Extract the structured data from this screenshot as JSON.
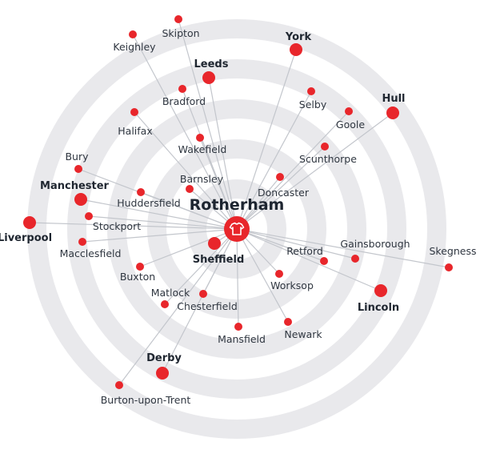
{
  "hub": {
    "name": "Rotherham",
    "icon": "shirt-icon"
  },
  "colors": {
    "node": "#e8262b",
    "ring": "#e9e9ec",
    "link": "#c3c6cc",
    "text": "#2f3640"
  },
  "towns": [
    {
      "name": "Skipton",
      "major": false
    },
    {
      "name": "Keighley",
      "major": false
    },
    {
      "name": "York",
      "major": true
    },
    {
      "name": "Leeds",
      "major": true
    },
    {
      "name": "Bradford",
      "major": false
    },
    {
      "name": "Selby",
      "major": false
    },
    {
      "name": "Hull",
      "major": true
    },
    {
      "name": "Goole",
      "major": false
    },
    {
      "name": "Halifax",
      "major": false
    },
    {
      "name": "Wakefield",
      "major": false
    },
    {
      "name": "Scunthorpe",
      "major": false
    },
    {
      "name": "Bury",
      "major": false
    },
    {
      "name": "Barnsley",
      "major": false
    },
    {
      "name": "Doncaster",
      "major": false
    },
    {
      "name": "Manchester",
      "major": true
    },
    {
      "name": "Huddersfield",
      "major": false
    },
    {
      "name": "Liverpool",
      "major": true
    },
    {
      "name": "Stockport",
      "major": false
    },
    {
      "name": "Gainsborough",
      "major": false
    },
    {
      "name": "Skegness",
      "major": false
    },
    {
      "name": "Macclesfield",
      "major": false
    },
    {
      "name": "Sheffield",
      "major": true
    },
    {
      "name": "Retford",
      "major": false
    },
    {
      "name": "Buxton",
      "major": false
    },
    {
      "name": "Worksop",
      "major": false
    },
    {
      "name": "Matlock",
      "major": false
    },
    {
      "name": "Lincoln",
      "major": true
    },
    {
      "name": "Chesterfield",
      "major": false
    },
    {
      "name": "Newark",
      "major": false
    },
    {
      "name": "Mansfield",
      "major": false
    },
    {
      "name": "Derby",
      "major": true
    },
    {
      "name": "Burton-upon-Trent",
      "major": false
    }
  ]
}
